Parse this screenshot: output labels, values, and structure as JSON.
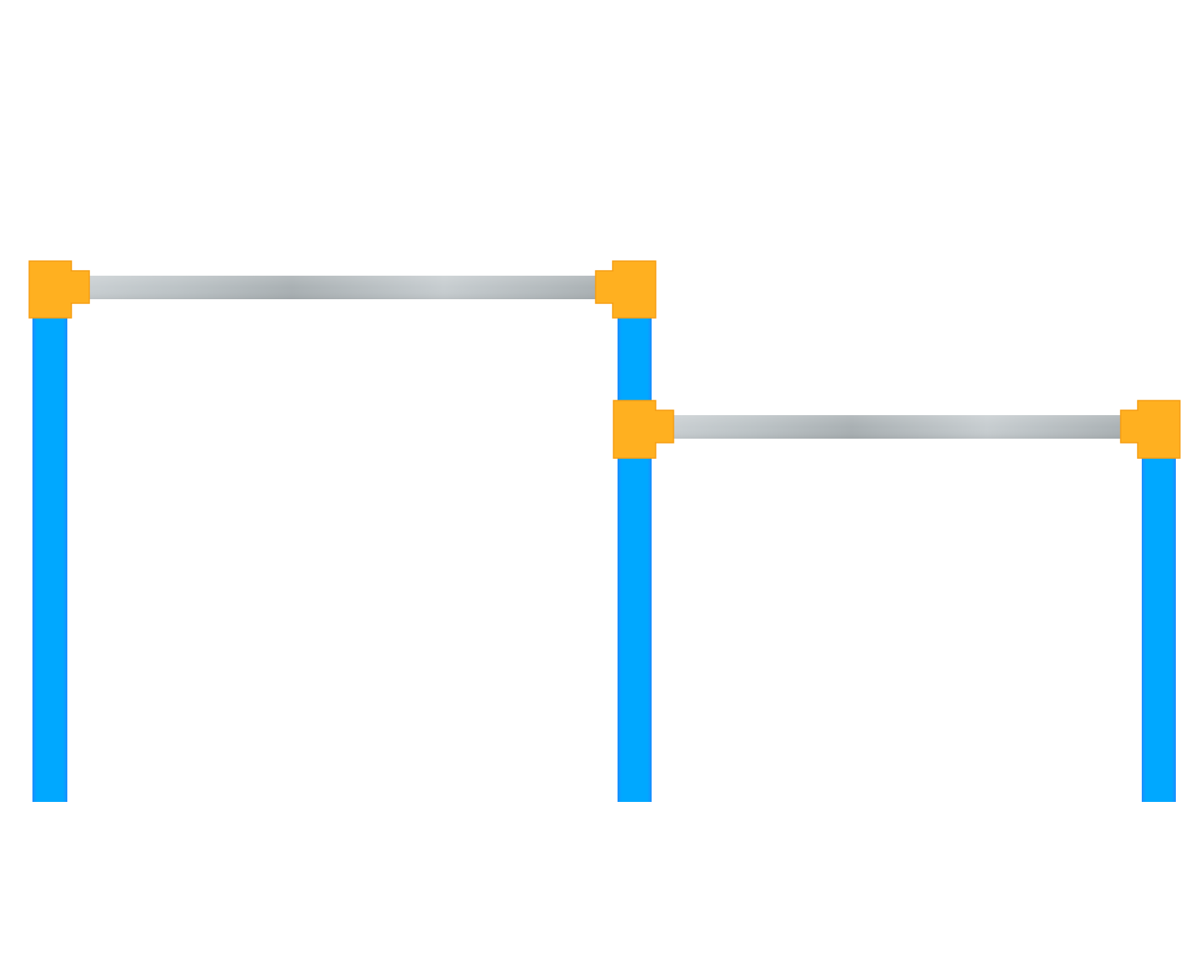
{
  "colors": {
    "background": "#ffffff",
    "post": "#00a8ff",
    "post_edge": "#1c8cff",
    "connector": "#ffb020",
    "connector_edge": "#f59d12",
    "rail_light": "#c9cfd2",
    "rail_dark": "#a9b0b3"
  },
  "components": {
    "post_count": 3,
    "rail_count": 2,
    "connector_count": 4,
    "post_icon": "vertical-post",
    "rail_icon": "horizontal-rail",
    "connector_icon": "corner-connector"
  },
  "structure": [
    {
      "bay": 1,
      "rail_level": "upper",
      "between": [
        "left-post",
        "middle-post"
      ]
    },
    {
      "bay": 2,
      "rail_level": "lower",
      "between": [
        "middle-post",
        "right-post"
      ]
    }
  ]
}
